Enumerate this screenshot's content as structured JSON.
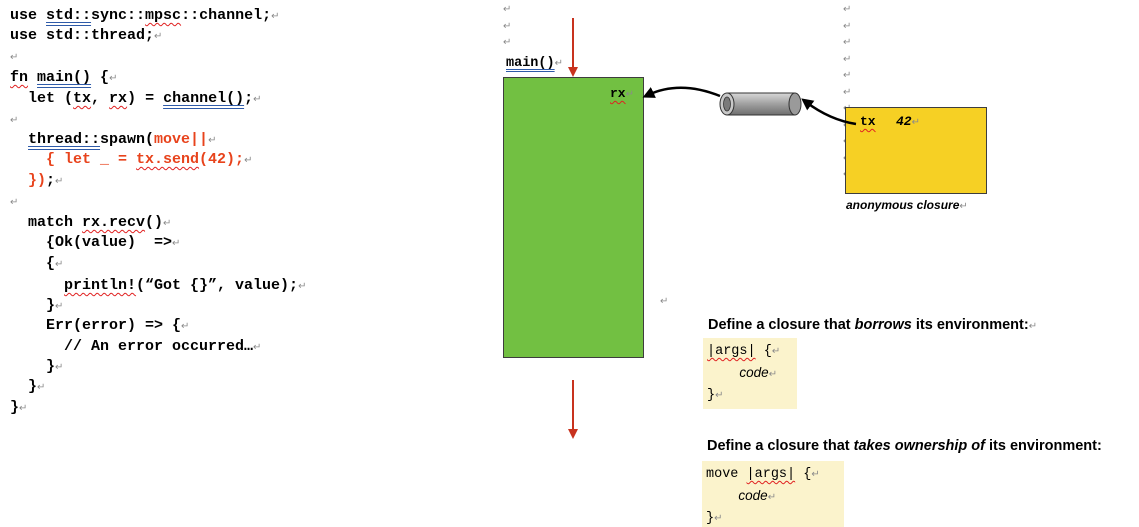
{
  "code": {
    "lines": [
      {
        "segments": [
          {
            "t": "use ",
            "c": ""
          },
          {
            "t": "std::",
            "c": "dbl"
          },
          {
            "t": "sync::",
            "c": ""
          },
          {
            "t": "mpsc",
            "c": "squig"
          },
          {
            "t": "::channel;",
            "c": ""
          }
        ]
      },
      {
        "segments": [
          {
            "t": "use std::thread;",
            "c": ""
          }
        ]
      },
      {
        "segments": []
      },
      {
        "segments": [
          {
            "t": "fn",
            "c": "squig"
          },
          {
            "t": " ",
            "c": ""
          },
          {
            "t": "main()",
            "c": "dbl"
          },
          {
            "t": " {",
            "c": ""
          }
        ]
      },
      {
        "segments": [
          {
            "t": "  let (",
            "c": ""
          },
          {
            "t": "tx",
            "c": "squig"
          },
          {
            "t": ", ",
            "c": ""
          },
          {
            "t": "rx",
            "c": "squig"
          },
          {
            "t": ") = ",
            "c": ""
          },
          {
            "t": "channel()",
            "c": "dbl"
          },
          {
            "t": ";",
            "c": ""
          }
        ]
      },
      {
        "segments": []
      },
      {
        "segments": [
          {
            "t": "  ",
            "c": ""
          },
          {
            "t": "thread::",
            "c": "dbl"
          },
          {
            "t": "spawn(",
            "c": ""
          },
          {
            "t": "move||",
            "c": "red"
          }
        ]
      },
      {
        "segments": [
          {
            "t": "    ",
            "c": ""
          },
          {
            "t": "{ let _ = ",
            "c": "red"
          },
          {
            "t": "tx.send",
            "c": "red squig"
          },
          {
            "t": "(42);",
            "c": "red"
          }
        ]
      },
      {
        "segments": [
          {
            "t": "  ",
            "c": ""
          },
          {
            "t": "})",
            "c": "red"
          },
          {
            "t": ";",
            "c": ""
          }
        ]
      },
      {
        "segments": []
      },
      {
        "segments": [
          {
            "t": "  match ",
            "c": ""
          },
          {
            "t": "rx.recv",
            "c": "squig"
          },
          {
            "t": "()",
            "c": ""
          }
        ]
      },
      {
        "segments": [
          {
            "t": "    {Ok(value)  =>",
            "c": ""
          }
        ]
      },
      {
        "segments": [
          {
            "t": "    {",
            "c": ""
          }
        ]
      },
      {
        "segments": [
          {
            "t": "      ",
            "c": ""
          },
          {
            "t": "println!",
            "c": "squig"
          },
          {
            "t": "(“Got {}”, value);",
            "c": ""
          }
        ]
      },
      {
        "segments": [
          {
            "t": "    }",
            "c": ""
          }
        ]
      },
      {
        "segments": [
          {
            "t": "    Err(error) => {",
            "c": ""
          }
        ]
      },
      {
        "segments": [
          {
            "t": "      // An error occurred…",
            "c": ""
          }
        ]
      },
      {
        "segments": [
          {
            "t": "    }",
            "c": ""
          }
        ]
      },
      {
        "segments": [
          {
            "t": "  }",
            "c": ""
          }
        ]
      },
      {
        "segments": [
          {
            "t": "}",
            "c": ""
          }
        ]
      }
    ]
  },
  "diagram": {
    "main_label": "main()",
    "rx_label": "rx",
    "tx_label": "tx",
    "value_label": "42",
    "closure_caption": "anonymous closure",
    "colors": {
      "thread_box": "#72c042",
      "closure_box": "#f6d024",
      "arrow": "#c8321e",
      "channel_pipe": "#a0a0a0"
    }
  },
  "borrow": {
    "heading_pre": "Define a closure that ",
    "heading_em": "borrows",
    "heading_post": " its environment:",
    "line1_args": "|args|",
    "line1_brace": " {",
    "line2": "code",
    "line3": "}"
  },
  "own": {
    "heading_pre": "Define a closure that ",
    "heading_em": "takes ownership of",
    "heading_post": " its environment:",
    "line1_move": "move ",
    "line1_args": "|args|",
    "line1_brace": " {",
    "line2": "code",
    "line3": "}"
  }
}
